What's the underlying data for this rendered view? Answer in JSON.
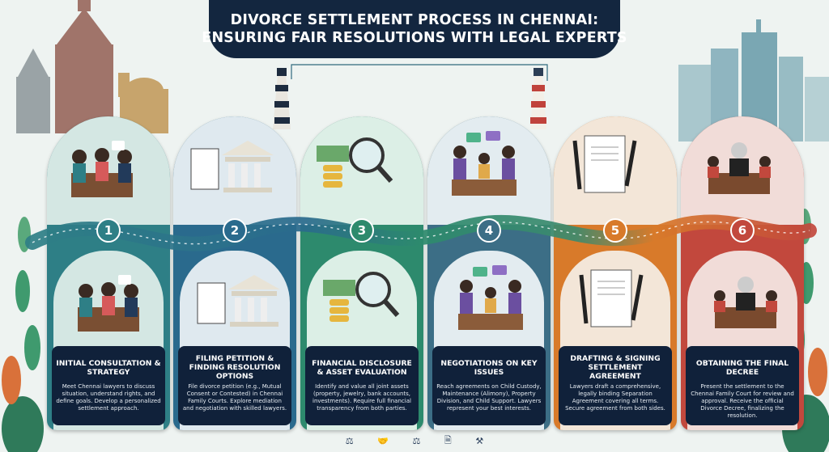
{
  "title": {
    "line1": "DIVORCE SETTLEMENT PROCESS IN CHENNAI:",
    "line2": "ENSURING FAIR RESOLUTIONS WITH LEGAL EXPERTS"
  },
  "colors": {
    "navy": "#10213a",
    "step1": "#2e7f86",
    "step2": "#2a6a8d",
    "step3": "#2d8a6d",
    "step4": "#3c6e86",
    "step5": "#d87a2a",
    "step6": "#c2483d"
  },
  "steps": [
    {
      "number": "1",
      "title": "INITIAL CONSULTATION & STRATEGY",
      "description": "Meet Chennai lawyers to discuss situation, understand rights, and define goals. Develop a personalized settlement approach.",
      "icon": "people-meeting-icon"
    },
    {
      "number": "2",
      "title": "FILING PETITION & FINDING RESOLUTION OPTIONS",
      "description": "File divorce petition (e.g., Mutual Consent or Contested) in Chennai Family Courts. Explore mediation and negotiation with skilled lawyers.",
      "icon": "courthouse-icon"
    },
    {
      "number": "3",
      "title": "FINANCIAL DISCLOSURE & ASSET EVALUATION",
      "description": "Identify and value all joint assets (property, jewelry, bank accounts, investments). Require full financial transparency from both parties.",
      "icon": "magnifier-coins-icon"
    },
    {
      "number": "4",
      "title": "NEGOTIATIONS ON KEY ISSUES",
      "description": "Reach agreements on Child Custody, Maintenance (Alimony), Property Division, and Child Support. Lawyers represent your best interests.",
      "icon": "negotiation-icon"
    },
    {
      "number": "5",
      "title": "DRAFTING & SIGNING SETTLEMENT AGREEMENT",
      "description": "Lawyers draft a comprehensive, legally binding Separation Agreement covering all terms. Secure agreement from both sides.",
      "icon": "document-pen-icon"
    },
    {
      "number": "6",
      "title": "OBTAINING THE FINAL DECREE",
      "description": "Present the settlement to the Chennai Family Court for review and approval. Receive the official Divorce Decree, finalizing the resolution.",
      "icon": "judge-decree-icon"
    }
  ],
  "footer_icons": [
    "scales-icon",
    "handshake-icon",
    "scales-icon",
    "document-icon",
    "gavel-icon"
  ]
}
